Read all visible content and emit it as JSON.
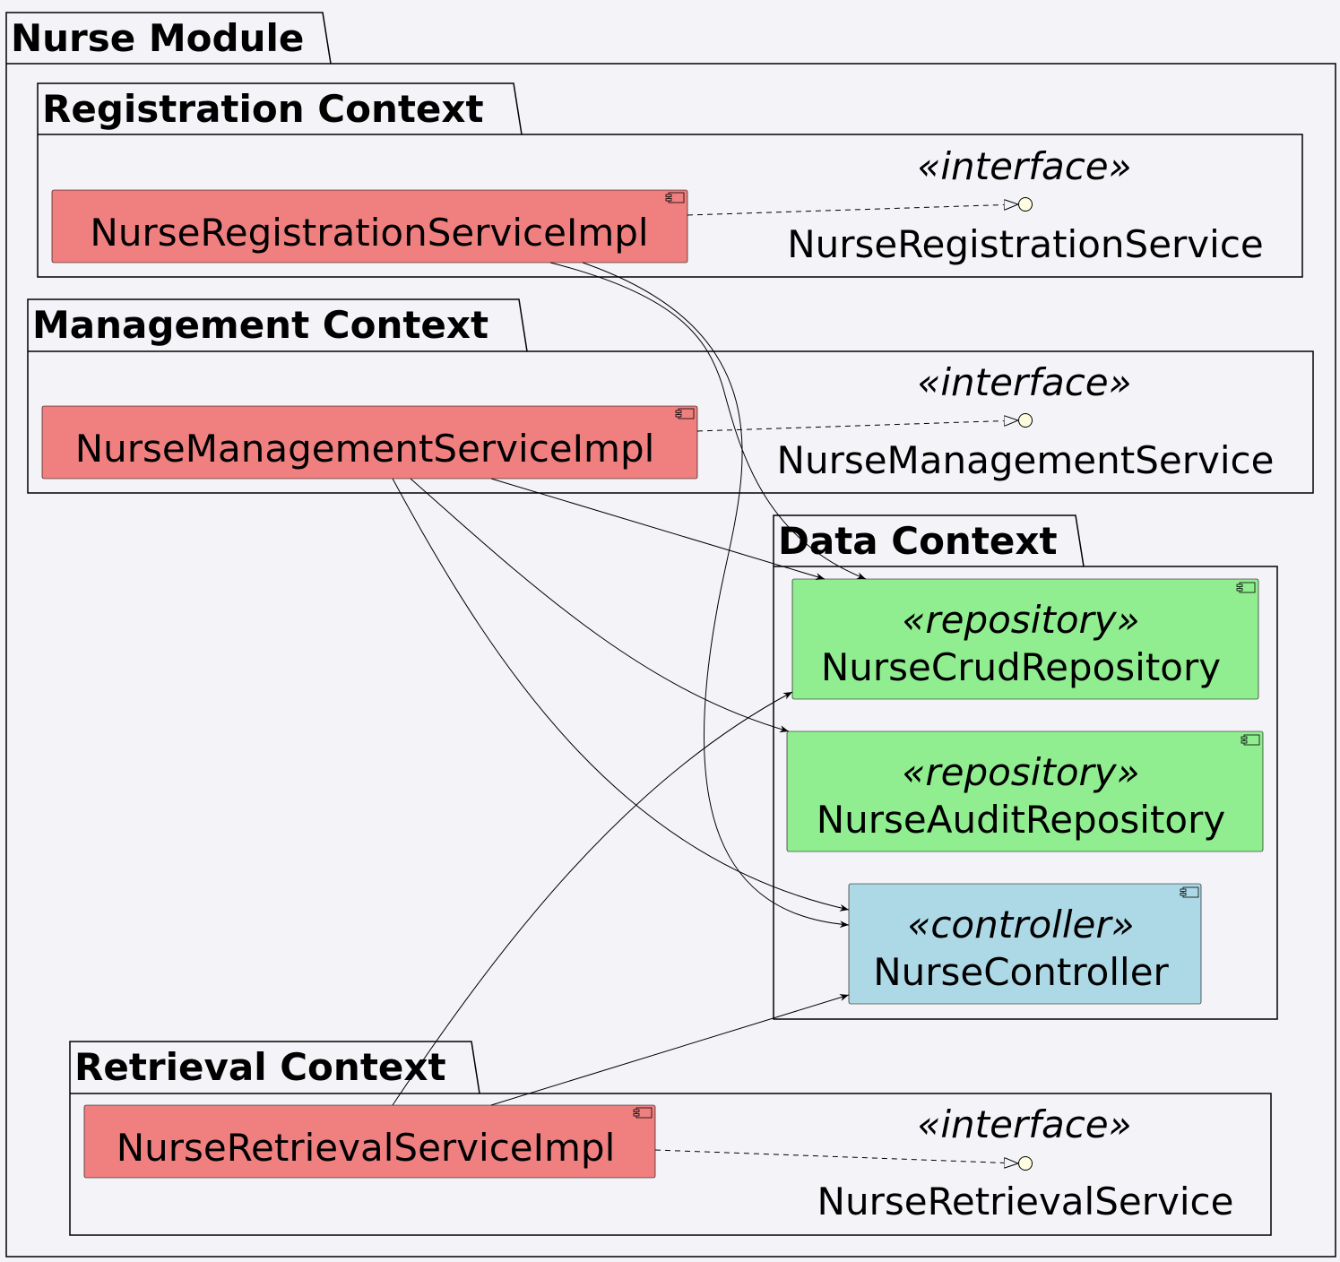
{
  "colors": {
    "background": "#f4f4f8",
    "service_impl": "#f08080",
    "repository": "#90ee90",
    "controller": "#add8e6",
    "interface_circle": "#fffde0"
  },
  "module": {
    "title": "Nurse Module"
  },
  "registration": {
    "title": "Registration Context",
    "impl": "NurseRegistrationServiceImpl",
    "interface_stereotype": "«interface»",
    "interface_name": "NurseRegistrationService"
  },
  "management": {
    "title": "Management Context",
    "impl": "NurseManagementServiceImpl",
    "interface_stereotype": "«interface»",
    "interface_name": "NurseManagementService"
  },
  "data": {
    "title": "Data Context",
    "crud_stereotype": "«repository»",
    "crud_name": "NurseCrudRepository",
    "audit_stereotype": "«repository»",
    "audit_name": "NurseAuditRepository",
    "controller_stereotype": "«controller»",
    "controller_name": "NurseController"
  },
  "retrieval": {
    "title": "Retrieval Context",
    "impl": "NurseRetrievalServiceImpl",
    "interface_stereotype": "«interface»",
    "interface_name": "NurseRetrievalService"
  },
  "icons": {
    "component": "component-icon",
    "interface": "interface-lollipop-icon"
  }
}
